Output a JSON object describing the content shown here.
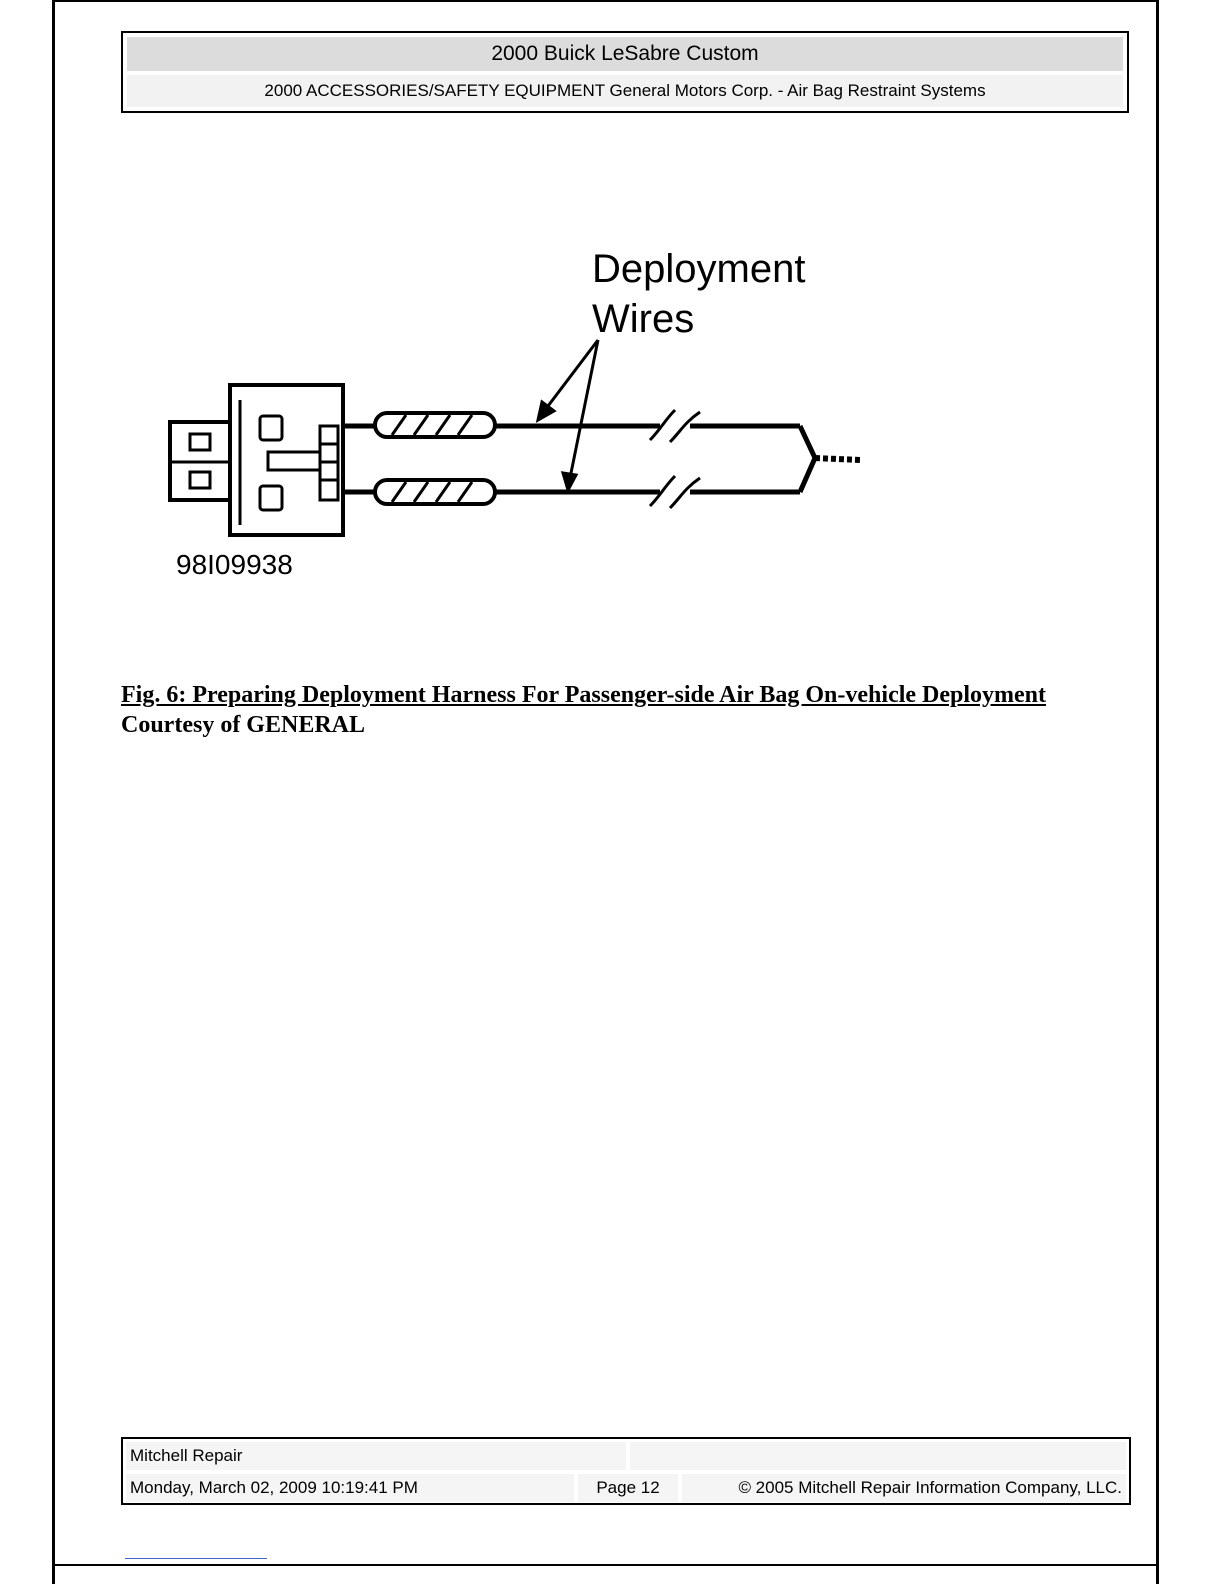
{
  "header": {
    "title": "2000 Buick LeSabre Custom",
    "subtitle": "2000 ACCESSORIES/SAFETY EQUIPMENT General Motors Corp. - Air Bag Restraint Systems"
  },
  "figure": {
    "callout": [
      "Deployment",
      "Wires"
    ],
    "figure_id": "98I09938"
  },
  "caption": {
    "title": "Fig. 6: Preparing Deployment Harness For Passenger-side Air Bag On-vehicle Deployment",
    "credit": "Courtesy of GENERAL"
  },
  "footer": {
    "brand": "Mitchell Repair",
    "date": "Monday, March 02, 2009 10:19:41 PM",
    "page": "Page 12",
    "copyright": "© 2005 Mitchell Repair Information Company, LLC."
  }
}
